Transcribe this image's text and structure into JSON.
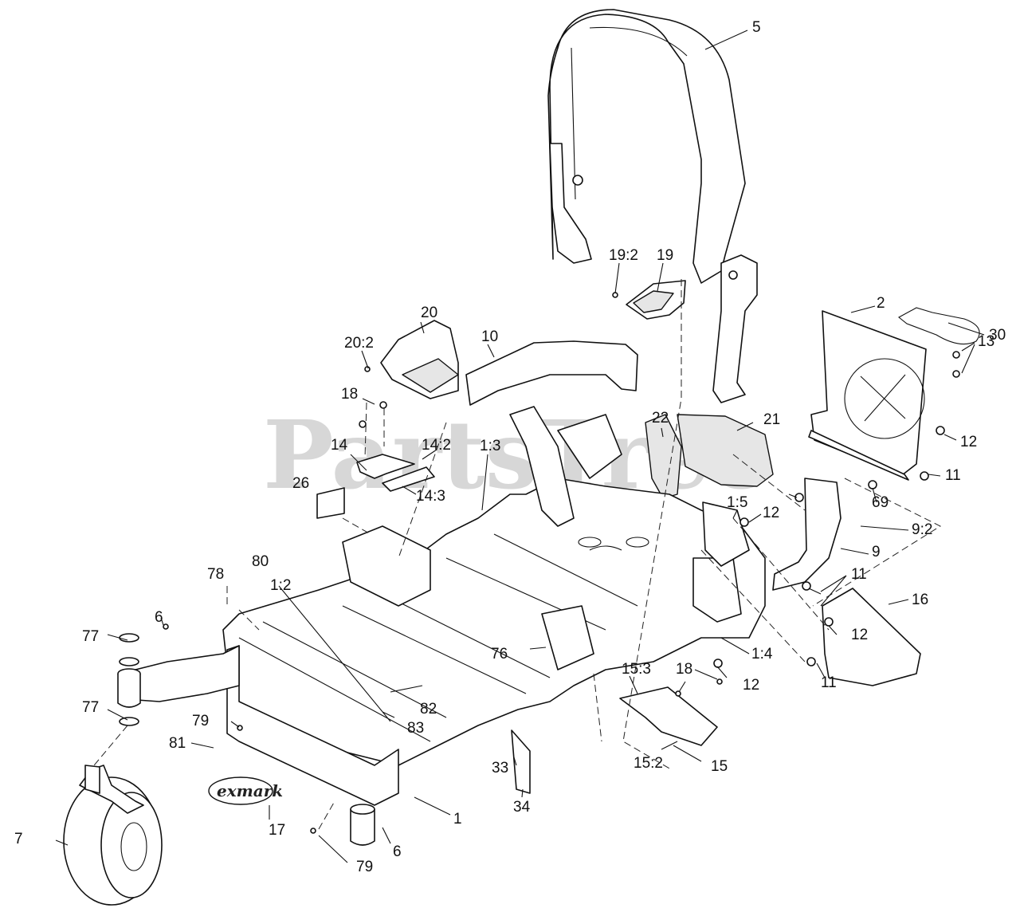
{
  "watermark": {
    "brand": "PartsTree",
    "trademark": "™"
  },
  "logo": {
    "text": "exmark"
  },
  "callouts": [
    "5",
    "19:2",
    "19",
    "2",
    "30",
    "13",
    "20",
    "10",
    "20:2",
    "18",
    "22",
    "21",
    "12",
    "1:3",
    "14:2",
    "14",
    "14:3",
    "26",
    "11",
    "1:5",
    "69",
    "12",
    "9:2",
    "80",
    "78",
    "1:2",
    "9",
    "11",
    "16",
    "6",
    "77",
    "76",
    "12",
    "1:4",
    "11",
    "12",
    "15:3",
    "18",
    "82",
    "77",
    "79",
    "83",
    "81",
    "15:2",
    "15",
    "33",
    "34",
    "1",
    "17",
    "7",
    "6",
    "79"
  ]
}
